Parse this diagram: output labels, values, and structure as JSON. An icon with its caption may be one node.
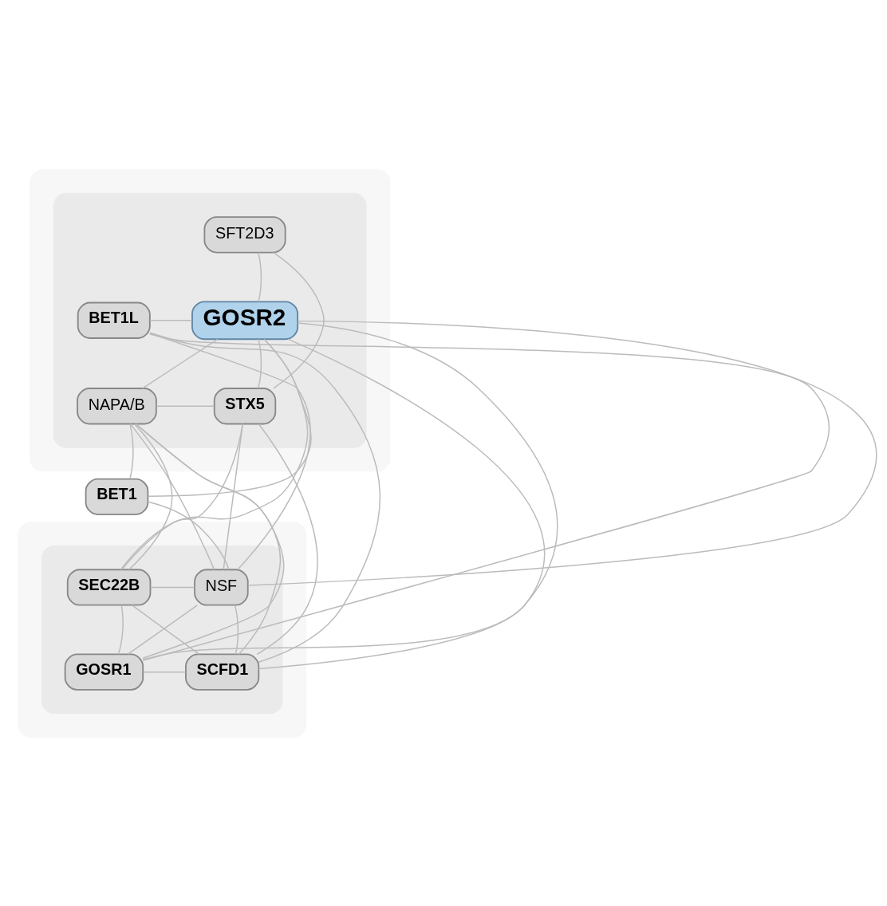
{
  "diagram": {
    "nodes": [
      {
        "text": [],
        "shape": "box"
      },
      {
        "text": [],
        "shape": "box",
        "in": 0
      },
      {
        "text": [
          "SFT2D3"
        ],
        "in": 1
      },
      {
        "text": [
          "BET1L"
        ],
        "in": 1
      },
      {
        "text": [
          "GOSR2"
        ],
        "in": 1
      },
      {
        "text": [
          "NAPA/B"
        ],
        "in": 1
      },
      {
        "text": [
          "STX5"
        ],
        "in": 1
      },
      {
        "text": [
          "BET1"
        ]
      },
      {
        "text": [],
        "shape": "box"
      },
      {
        "text": [],
        "shape": "box",
        "in": 8
      },
      {
        "text": [
          "NSF"
        ],
        "in": 9
      },
      {
        "text": [
          "SEC22B"
        ],
        "in": 9
      },
      {
        "text": [
          "SCFD1"
        ],
        "in": 9
      },
      {
        "text": [
          "GOSR1"
        ],
        "in": 9
      }
    ],
    "edges": [
      {
        "from": 2,
        "to": 4,
        "arrow": "none"
      },
      {
        "from": 2,
        "to": 6,
        "arrow": "none"
      },
      {
        "from": 3,
        "to": 4,
        "arrow": "none"
      },
      {
        "from": 5,
        "to": 4,
        "arrow": "none"
      },
      {
        "from": 4,
        "to": 6,
        "arrow": "none"
      },
      {
        "from": 5,
        "to": 6,
        "arrow": "none"
      },
      {
        "from": 7,
        "to": 5,
        "arrow": "none"
      },
      {
        "from": 7,
        "to": 4,
        "arrow": "none"
      },
      {
        "from": 7,
        "to": 10,
        "arrow": "none"
      },
      {
        "from": 3,
        "to": 10,
        "arrow": "none"
      },
      {
        "from": 3,
        "to": 12,
        "arrow": "none"
      },
      {
        "from": 3,
        "to": 13,
        "arrow": "none"
      },
      {
        "from": 5,
        "to": 10,
        "arrow": "none"
      },
      {
        "from": 5,
        "to": 12,
        "arrow": "none"
      },
      {
        "from": 5,
        "to": 11,
        "arrow": "none"
      },
      {
        "from": 5,
        "to": 13,
        "arrow": "none"
      },
      {
        "from": 4,
        "to": 10,
        "arrow": "none"
      },
      {
        "from": 4,
        "to": 12,
        "arrow": "none"
      },
      {
        "from": 4,
        "to": 11,
        "arrow": "none"
      },
      {
        "from": 4,
        "to": 13,
        "arrow": "none"
      },
      {
        "from": 6,
        "to": 10,
        "arrow": "none"
      },
      {
        "from": 6,
        "to": 12,
        "arrow": "none"
      },
      {
        "from": 6,
        "to": 11,
        "arrow": "none"
      },
      {
        "from": 10,
        "to": 11,
        "arrow": "none"
      },
      {
        "from": 10,
        "to": 12,
        "arrow": "none"
      },
      {
        "from": 10,
        "to": 13,
        "arrow": "none"
      },
      {
        "from": 11,
        "to": 12,
        "arrow": "none"
      },
      {
        "from": 12,
        "to": 13,
        "arrow": "none"
      },
      {
        "from": 11,
        "to": 13,
        "arrow": "none"
      }
    ]
  }
}
